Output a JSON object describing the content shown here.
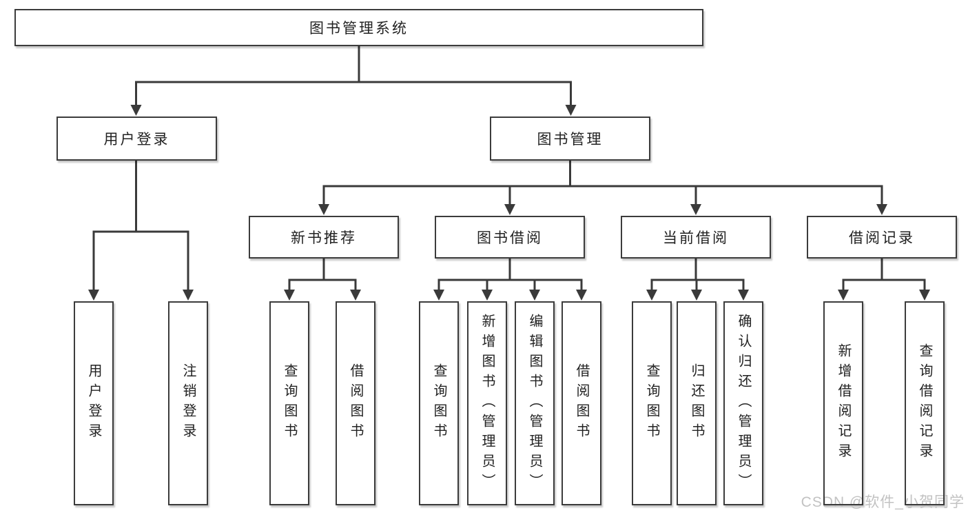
{
  "diagram": {
    "root": {
      "label": "图书管理系统"
    },
    "branches": [
      {
        "label": "用户登录",
        "leaves": [
          {
            "label": "用户登录"
          },
          {
            "label": "注销登录"
          }
        ]
      },
      {
        "label": "图书管理",
        "groups": [
          {
            "label": "新书推荐",
            "leaves": [
              {
                "label": "查询图书"
              },
              {
                "label": "借阅图书"
              }
            ]
          },
          {
            "label": "图书借阅",
            "leaves": [
              {
                "label": "查询图书"
              },
              {
                "label": "新增图书（管理员）"
              },
              {
                "label": "编辑图书（管理员）"
              },
              {
                "label": "借阅图书"
              }
            ]
          },
          {
            "label": "当前借阅",
            "leaves": [
              {
                "label": "查询图书"
              },
              {
                "label": "归还图书"
              },
              {
                "label": "确认归还（管理员）"
              }
            ]
          },
          {
            "label": "借阅记录",
            "leaves": [
              {
                "label": "新增借阅记录"
              },
              {
                "label": "查询借阅记录"
              }
            ]
          }
        ]
      }
    ]
  },
  "watermark": {
    "text": "CSDN @软件_小贺同学"
  },
  "colors": {
    "line": "#3a3a3a",
    "border": "#3b3b3b",
    "text": "#222222",
    "watermark": "#c2c2c2",
    "background": "#ffffff"
  }
}
